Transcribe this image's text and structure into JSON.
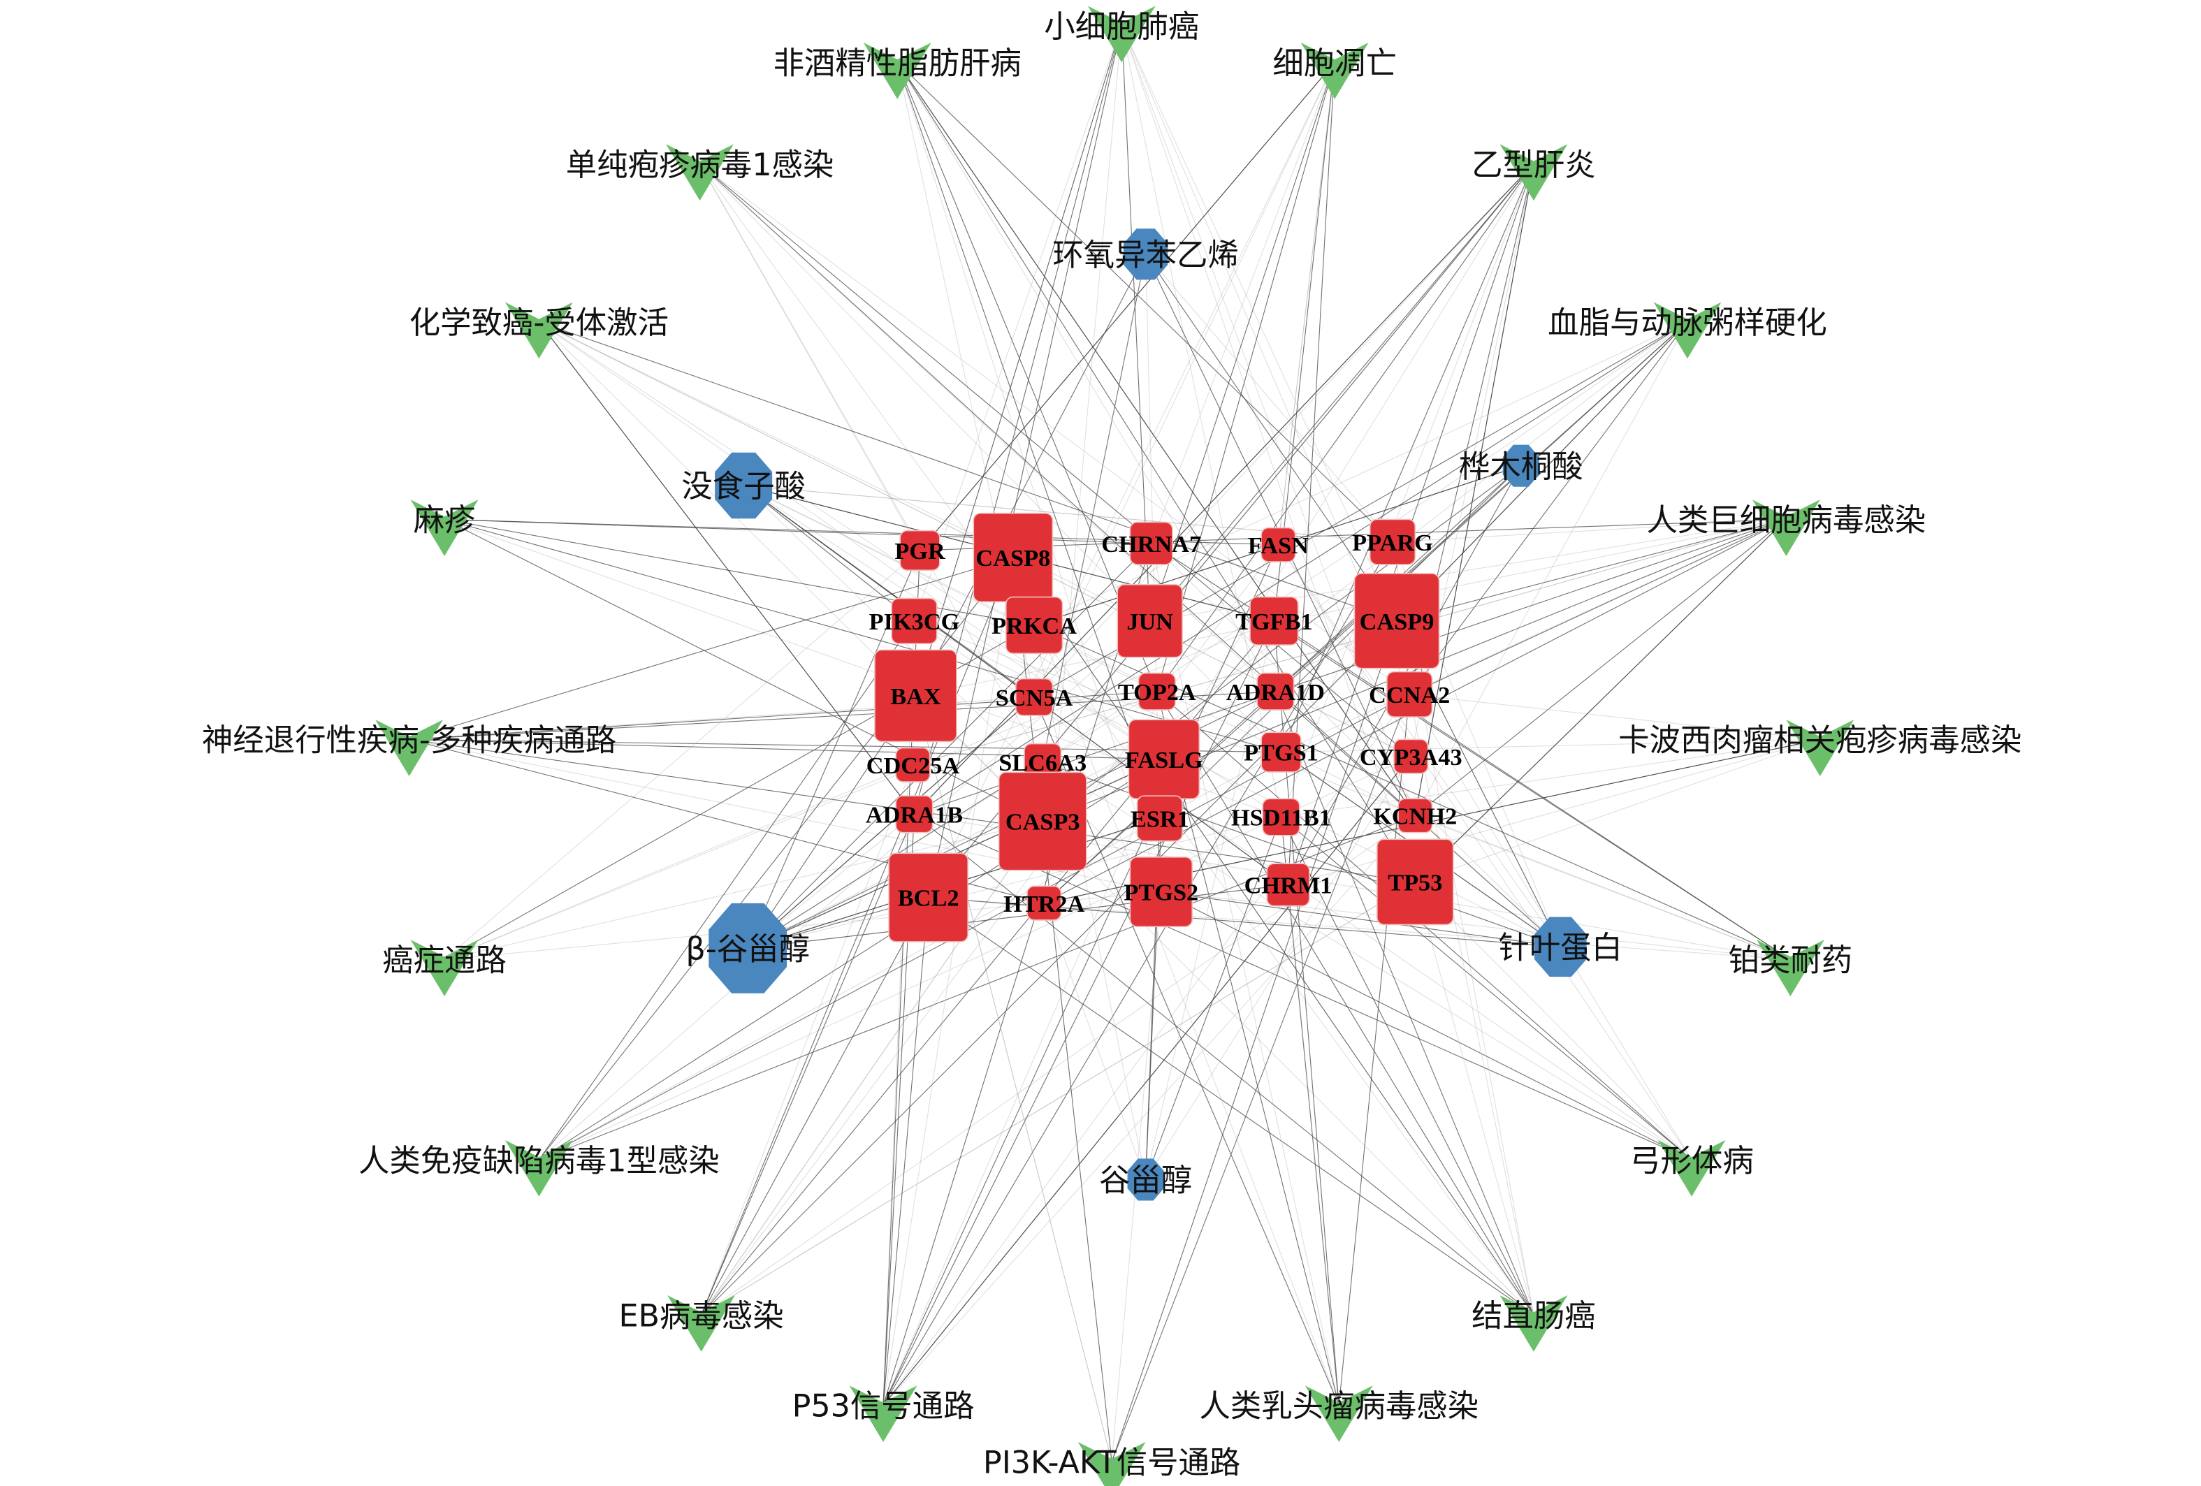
{
  "genes": [
    "PGR",
    "CASP8",
    "CHRNA7",
    "FASN",
    "PPARG",
    "PIK3CG",
    "PRKCA",
    "JUN",
    "TGFB1",
    "CASP9",
    "BAX",
    "SCN5A",
    "TOP2A",
    "ADRA1D",
    "CCNA2",
    "CDC25A",
    "SLC6A3",
    "FASLG",
    "PTGS1",
    "CYP3A43",
    "ADRA1B",
    "CASP3",
    "ESR1",
    "HSD11B1",
    "KCNH2",
    "BCL2",
    "HTR2A",
    "PTGS2",
    "CHRM1",
    "TP53"
  ],
  "compounds": [
    "环氧异苯乙烯",
    "没食子酸",
    "桦木桐酸",
    "β-谷甾醇",
    "针叶蛋白",
    "谷甾醇"
  ],
  "pathways": [
    "小细胞肺癌",
    "非酒精性脂肪肝病",
    "细胞凋亡",
    "单纯疱疹病毒1感染",
    "乙型肝炎",
    "化学致癌-受体激活",
    "血脂与动脉粥样硬化",
    "麻疹",
    "人类巨细胞病毒感染",
    "神经退行性疾病-多种疾病通路",
    "卡波西肉瘤相关疱疹病毒感染",
    "癌症通路",
    "铂类耐药",
    "人类免疫缺陷病毒1型感染",
    "弓形体病",
    "EB病毒感染",
    "结直肠癌",
    "P53信号通路",
    "人类乳头瘤病毒感染",
    "PI3K-AKT信号通路"
  ],
  "colors": {
    "gene": "#e03236",
    "compound": "#4a87bf",
    "pathway": "#6cbf6a",
    "edge": "#555555"
  }
}
